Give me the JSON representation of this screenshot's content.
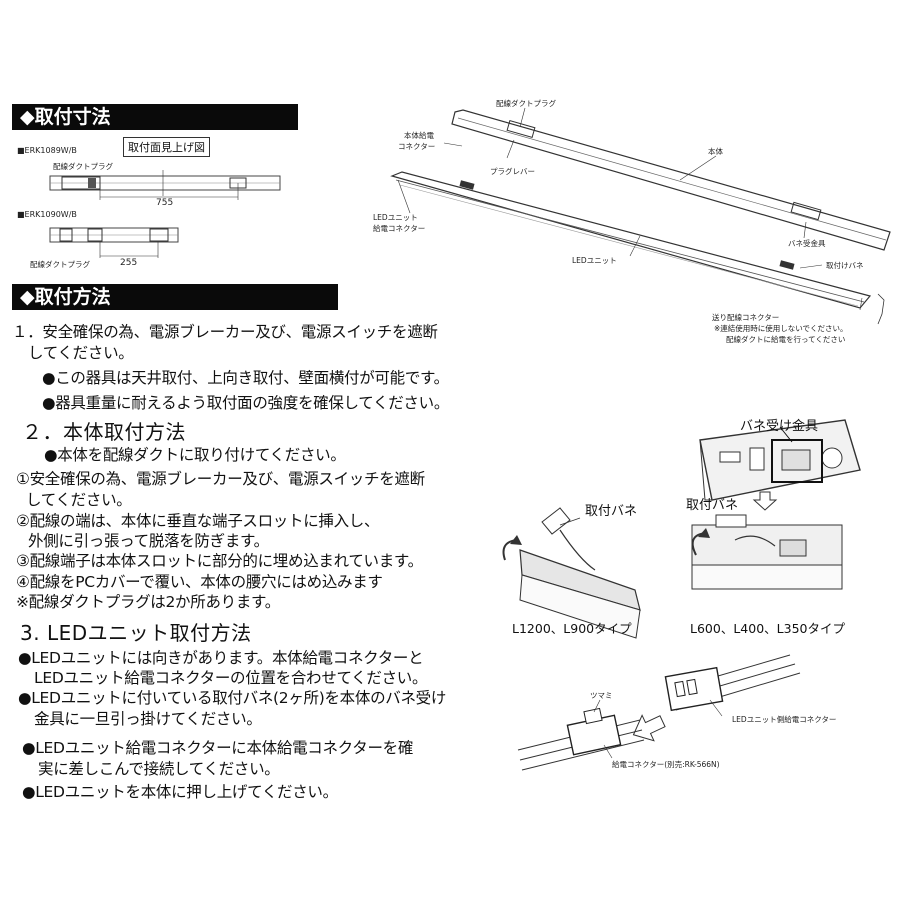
{
  "sections": {
    "dimensions_title": "◆取付寸法",
    "method_title": "◆取付方法"
  },
  "dimensions": {
    "view_label": "取付面見上げ図",
    "model1": "■ERK1089W/B",
    "model1_plug": "配線ダクトプラグ",
    "model1_dim": "755",
    "model2": "■ERK1090W/B",
    "model2_plug": "配線ダクトプラグ",
    "model2_dim": "255"
  },
  "main_diagram": {
    "duct_plug": "配線ダクトプラグ",
    "body_connector_1": "本体給電",
    "body_connector_2": "コネクター",
    "plug_lever": "プラグレバー",
    "body": "本体",
    "led_connector_1": "LEDユニット",
    "led_connector_2": "給電コネクター",
    "spring_bracket": "バネ受金具",
    "led_unit": "LEDユニット",
    "mount_spring": "取付けバネ",
    "feed_connector": "送り配線コネクター",
    "note1": "※連結使用時に使用しないでください。",
    "note2": "配線ダクトに給電を行ってください"
  },
  "steps": {
    "s1_line1": "１．安全確保の為、電源ブレーカー及び、電源スイッチを遮断",
    "s1_line2": "してください。",
    "s1_b1": "●この器具は天井取付、上向き取付、壁面横付が可能です。",
    "s1_b2": "●器具重量に耐えるよう取付面の強度を確保してください。",
    "s2_title": "２．本体取付方法",
    "s2_b1": "●本体を配線ダクトに取り付けてください。",
    "s2_c1a": "①安全確保の為、電源ブレーカー及び、電源スイッチを遮断",
    "s2_c1b": "してください。",
    "s2_c2a": "②配線の端は、本体に垂直な端子スロットに挿入し、",
    "s2_c2b": "外側に引っ張って脱落を防ぎます。",
    "s2_c3": "③配線端子は本体スロットに部分的に埋め込まれています。",
    "s2_c4": "④配線をPCカバーで覆い、本体の腰穴にはめ込みます",
    "s2_note": "※配線ダクトプラグは2か所あります。",
    "s3_title": "3. LEDユニット取付方法",
    "s3_b1a": "●LEDユニットには向きがあります。本体給電コネクターと",
    "s3_b1b": "LEDユニット給電コネクターの位置を合わせてください。",
    "s3_b2a": "●LEDユニットに付いている取付バネ(2ヶ所)を本体のバネ受け",
    "s3_b2b": "金具に一旦引っ掛けてください。",
    "s3_b3a": "●LEDユニット給電コネクターに本体給電コネクターを確",
    "s3_b3b": "実に差しこんで接続してください。",
    "s3_b4": "●LEDユニットを本体に押し上げてください。"
  },
  "right_figures": {
    "spring_bracket": "バネ受け金具",
    "mount_spring_a": "取付バネ",
    "mount_spring_b": "取付バネ",
    "type_long": "L1200、L900タイプ",
    "type_short": "L600、L400、L350タイプ",
    "knob": "ツマミ",
    "led_side_connector": "LEDユニット側給電コネクター",
    "feed_connector": "給電コネクター(別売:RK-566N)"
  }
}
